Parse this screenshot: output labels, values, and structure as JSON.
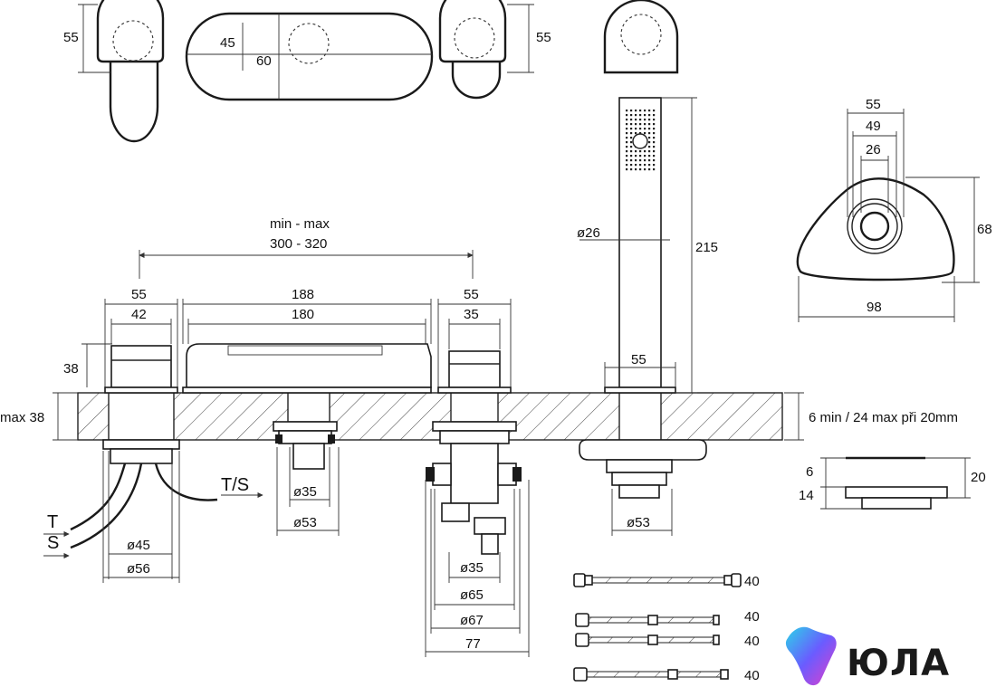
{
  "diagram": {
    "range_label": "min - max",
    "range_value": "300 - 320",
    "dims": {
      "top_left_h": "55",
      "top_center_inner_h": "45",
      "top_center_h": "60",
      "top_right_h": "55",
      "left_outer_w": "55",
      "left_inner_w": "42",
      "left_h": "38",
      "center_outer_w": "188",
      "center_inner_w": "180",
      "right_outer_w": "55",
      "right_inner_w": "35",
      "deck_thickness": "max 38",
      "shower_d": "ø26",
      "shower_h": "215",
      "shower_base_w": "55",
      "deck_note": "6 min / 24 max při 20mm",
      "spout_d1": "ø35",
      "spout_d2": "ø53",
      "left_d1": "ø45",
      "left_d2": "ø56",
      "valve_d1": "ø35",
      "valve_d2": "ø65",
      "valve_d3": "ø67",
      "valve_w": "77",
      "shower_nut_d": "ø53",
      "tri_w1": "55",
      "tri_w2": "49",
      "tri_w3": "26",
      "tri_h": "68",
      "tri_w": "98",
      "plate_h1": "6",
      "plate_h2": "14",
      "plate_total": "20",
      "hose1": "40",
      "hose2": "40",
      "hose3": "40",
      "hose4": "40"
    },
    "hose_labels": {
      "hot": "T",
      "cold": "S",
      "mixed": "T/S"
    }
  },
  "brand": {
    "name": "ЮЛА",
    "colors": {
      "accent1": "#2bd3e8",
      "accent2": "#6a5cff",
      "accent3": "#e33ec9"
    }
  }
}
